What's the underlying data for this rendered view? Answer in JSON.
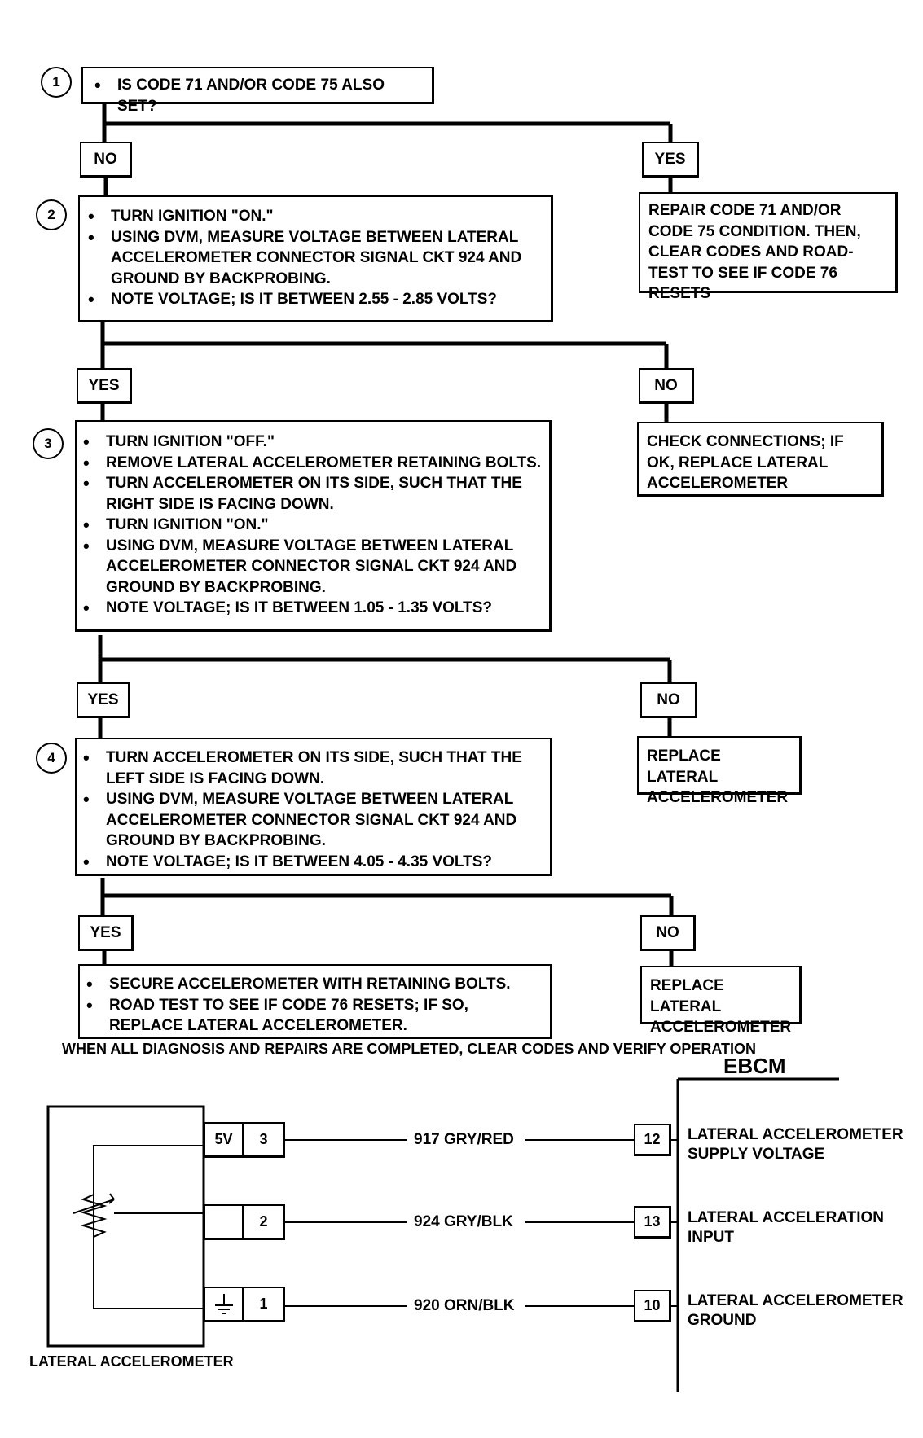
{
  "flowchart": {
    "steps": [
      {
        "num": "1",
        "lines": [
          "IS CODE 71 AND/OR CODE 75 ALSO SET?"
        ]
      },
      {
        "num": "2",
        "lines": [
          "TURN IGNITION \"ON.\"",
          "USING DVM, MEASURE VOLTAGE BETWEEN LATERAL ACCELEROMETER CONNECTOR SIGNAL CKT 924 AND GROUND BY BACKPROBING.",
          "NOTE VOLTAGE; IS IT BETWEEN 2.55 - 2.85 VOLTS?"
        ]
      },
      {
        "num": "3",
        "lines": [
          "TURN IGNITION \"OFF.\"",
          "REMOVE LATERAL ACCELEROMETER RETAINING BOLTS.",
          "TURN ACCELEROMETER ON ITS SIDE, SUCH THAT THE RIGHT SIDE IS FACING DOWN.",
          "TURN IGNITION \"ON.\"",
          "USING DVM, MEASURE VOLTAGE BETWEEN LATERAL ACCELEROMETER CONNECTOR SIGNAL CKT 924 AND GROUND BY BACKPROBING.",
          "NOTE VOLTAGE; IS IT BETWEEN 1.05 - 1.35 VOLTS?"
        ]
      },
      {
        "num": "4",
        "lines": [
          "TURN ACCELEROMETER ON ITS SIDE, SUCH THAT THE LEFT SIDE IS FACING DOWN.",
          "USING DVM, MEASURE VOLTAGE BETWEEN LATERAL ACCELEROMETER CONNECTOR SIGNAL CKT 924 AND GROUND BY BACKPROBING.",
          "NOTE VOLTAGE;  IS IT BETWEEN 4.05 - 4.35 VOLTS?"
        ]
      }
    ],
    "final_actions": [
      "SECURE ACCELEROMETER WITH RETAINING BOLTS.",
      "ROAD TEST TO SEE IF CODE 76 RESETS;  IF SO, REPLACE LATERAL ACCELEROMETER."
    ],
    "labels": {
      "yes": "YES",
      "no": "NO"
    },
    "outcomes": {
      "repair_codes": "REPAIR CODE 71 AND/OR CODE 75 CONDITION.  THEN, CLEAR CODES AND ROAD-TEST TO SEE IF CODE 76 RESETS",
      "check_connections": "CHECK CONNECTIONS; IF OK, REPLACE LATERAL ACCELEROMETER",
      "replace_a": "REPLACE LATERAL ACCELEROMETER",
      "replace_b": "REPLACE LATERAL ACCELEROMETER"
    },
    "footer_note": "WHEN ALL DIAGNOSIS AND REPAIRS ARE COMPLETED, CLEAR CODES AND VERIFY OPERATION"
  },
  "schematic": {
    "ebcm_title": "EBCM",
    "sensor_label": "LATERAL ACCELEROMETER",
    "supply_tag": "5V",
    "circuits": [
      {
        "sensor_pin": "3",
        "wire": "917 GRY/RED",
        "ebcm_pin": "12",
        "function": [
          "LATERAL ACCELEROMETER",
          "SUPPLY VOLTAGE"
        ]
      },
      {
        "sensor_pin": "2",
        "wire": "924 GRY/BLK",
        "ebcm_pin": "13",
        "function": [
          "LATERAL ACCELERATION",
          "INPUT"
        ]
      },
      {
        "sensor_pin": "1",
        "wire": "920 ORN/BLK",
        "ebcm_pin": "10",
        "function": [
          "LATERAL ACCELEROMETER",
          "GROUND"
        ]
      }
    ]
  }
}
